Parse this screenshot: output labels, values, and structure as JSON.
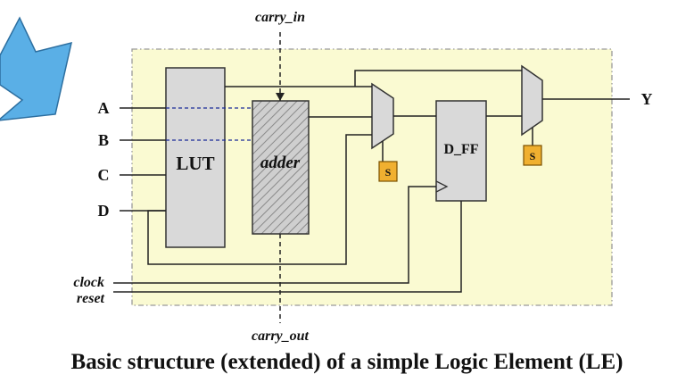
{
  "diagram": {
    "caption": "Basic structure (extended) of a simple Logic Element (LE)",
    "inputs": {
      "a": "A",
      "b": "B",
      "c": "C",
      "d": "D",
      "clock": "clock",
      "reset": "reset",
      "carry_in": "carry_in"
    },
    "outputs": {
      "y": "Y",
      "carry_out": "carry_out"
    },
    "blocks": {
      "lut": "LUT",
      "adder": "adder",
      "dff": "D_FF",
      "select1": "S",
      "select2": "S"
    },
    "colors": {
      "le_background": "#fafad2",
      "block_fill": "#d9d9d9",
      "block_text": "#a01010",
      "select_fill": "#f0b030",
      "arrow_fill": "#5aafe6",
      "bus_dashed": "#1a2a99"
    }
  }
}
